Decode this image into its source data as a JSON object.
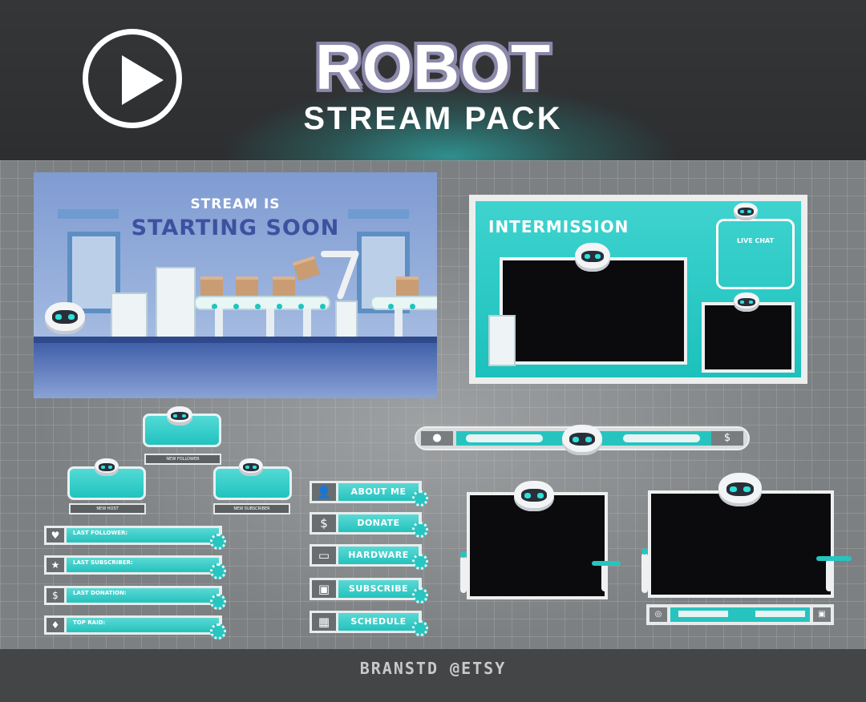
{
  "header": {
    "title": "ROBOT",
    "subtitle": "STREAM PACK"
  },
  "starting_soon": {
    "line1": "STREAM IS",
    "line2": "STARTING SOON"
  },
  "intermission": {
    "title": "INTERMISSION",
    "chat_label": "LIVE CHAT"
  },
  "alerts": {
    "follower": "NEW FOLLOWER",
    "host": "NEW HOST",
    "subscriber": "NEW SUBSCRIBER"
  },
  "event_labels": [
    {
      "label": "LAST FOLLOWER:",
      "icon": "heart-icon",
      "glyph": "♥"
    },
    {
      "label": "LAST SUBSCRIBER:",
      "icon": "star-icon",
      "glyph": "★"
    },
    {
      "label": "LAST DONATION:",
      "icon": "dollar-icon",
      "glyph": "$"
    },
    {
      "label": "TOP RAID:",
      "icon": "diamond-icon",
      "glyph": "♦"
    }
  ],
  "panels": [
    {
      "label": "ABOUT ME",
      "icon": "user-icon",
      "glyph": "👤"
    },
    {
      "label": "DONATE",
      "icon": "dollar-icon",
      "glyph": "$"
    },
    {
      "label": "HARDWARE",
      "icon": "monitor-icon",
      "glyph": "▭"
    },
    {
      "label": "SUBSCRIBE",
      "icon": "twitch-icon",
      "glyph": "▣"
    },
    {
      "label": "SCHEDULE",
      "icon": "calendar-icon",
      "glyph": "▦"
    }
  ],
  "footer": {
    "credit": "BRANSTD @ETSY"
  },
  "colors": {
    "accent": "#27c4bf",
    "background": "#3a3d40"
  }
}
